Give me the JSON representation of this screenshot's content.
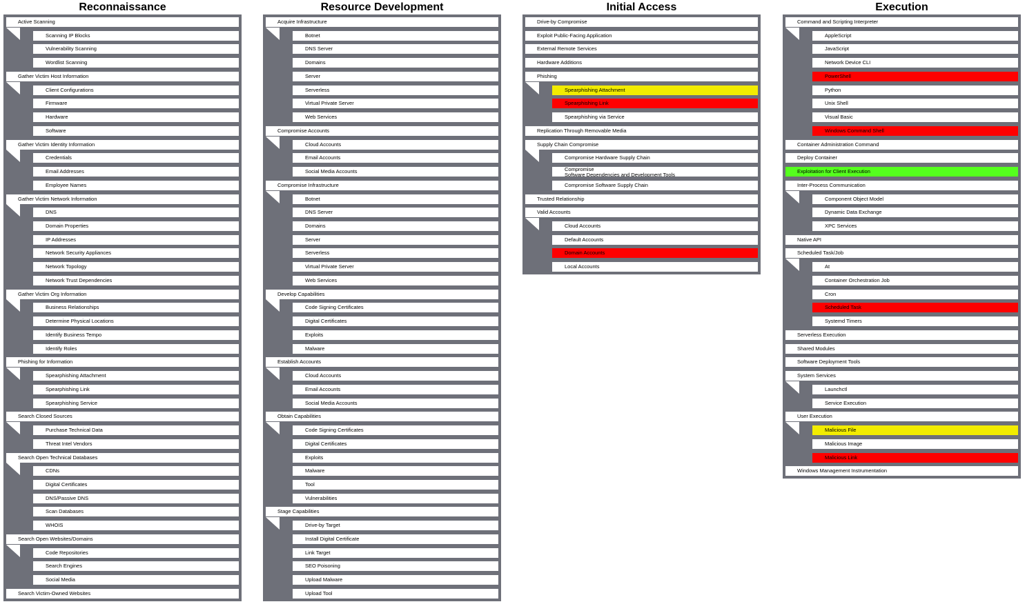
{
  "colors": {
    "panel": "#6e7079",
    "yellow": "#f2ec00",
    "red": "#ff0000",
    "green": "#55ff1e"
  },
  "columns": [
    {
      "title": "Reconnaissance",
      "techniques": [
        {
          "name": "Active Scanning",
          "subs": [
            {
              "name": "Scanning IP Blocks"
            },
            {
              "name": "Vulnerability Scanning"
            },
            {
              "name": "Wordlist Scanning"
            }
          ]
        },
        {
          "name": "Gather Victim Host Information",
          "subs": [
            {
              "name": "Client Configurations"
            },
            {
              "name": "Firmware"
            },
            {
              "name": "Hardware"
            },
            {
              "name": "Software"
            }
          ]
        },
        {
          "name": "Gather Victim Identity Information",
          "subs": [
            {
              "name": "Credentials"
            },
            {
              "name": "Email Addresses"
            },
            {
              "name": "Employee Names"
            }
          ]
        },
        {
          "name": "Gather Victim Network Information",
          "subs": [
            {
              "name": "DNS"
            },
            {
              "name": "Domain Properties"
            },
            {
              "name": "IP Addresses"
            },
            {
              "name": "Network Security Appliances"
            },
            {
              "name": "Network Topology"
            },
            {
              "name": "Network Trust Dependencies"
            }
          ]
        },
        {
          "name": "Gather Victim Org Information",
          "subs": [
            {
              "name": "Business Relationships"
            },
            {
              "name": "Determine Physical Locations"
            },
            {
              "name": "Identify Business Tempo"
            },
            {
              "name": "Identify Roles"
            }
          ]
        },
        {
          "name": "Phishing for Information",
          "subs": [
            {
              "name": "Spearphishing Attachment"
            },
            {
              "name": "Spearphishing Link"
            },
            {
              "name": "Spearphishing Service"
            }
          ]
        },
        {
          "name": "Search Closed Sources",
          "subs": [
            {
              "name": "Purchase Technical Data"
            },
            {
              "name": "Threat Intel Vendors"
            }
          ]
        },
        {
          "name": "Search Open Technical Databases",
          "subs": [
            {
              "name": "CDNs"
            },
            {
              "name": "Digital Certificates"
            },
            {
              "name": "DNS/Passive DNS"
            },
            {
              "name": "Scan Databases"
            },
            {
              "name": "WHOIS"
            }
          ]
        },
        {
          "name": "Search Open Websites/Domains",
          "subs": [
            {
              "name": "Code Repositories"
            },
            {
              "name": "Search Engines"
            },
            {
              "name": "Social Media"
            }
          ]
        },
        {
          "name": "Search Victim-Owned Websites",
          "subs": []
        }
      ]
    },
    {
      "title": "Resource Development",
      "techniques": [
        {
          "name": "Acquire Infrastructure",
          "subs": [
            {
              "name": "Botnet"
            },
            {
              "name": "DNS Server"
            },
            {
              "name": "Domains"
            },
            {
              "name": "Server"
            },
            {
              "name": "Serverless"
            },
            {
              "name": "Virtual Private Server"
            },
            {
              "name": "Web Services"
            }
          ]
        },
        {
          "name": "Compromise Accounts",
          "subs": [
            {
              "name": "Cloud Accounts"
            },
            {
              "name": "Email Accounts"
            },
            {
              "name": "Social Media Accounts"
            }
          ]
        },
        {
          "name": "Compromise Infrastructure",
          "subs": [
            {
              "name": "Botnet"
            },
            {
              "name": "DNS Server"
            },
            {
              "name": "Domains"
            },
            {
              "name": "Server"
            },
            {
              "name": "Serverless"
            },
            {
              "name": "Virtual Private Server"
            },
            {
              "name": "Web Services"
            }
          ]
        },
        {
          "name": "Develop Capabilities",
          "subs": [
            {
              "name": "Code Signing Certificates"
            },
            {
              "name": "Digital Certificates"
            },
            {
              "name": "Exploits"
            },
            {
              "name": "Malware"
            }
          ]
        },
        {
          "name": "Establish Accounts",
          "subs": [
            {
              "name": "Cloud Accounts"
            },
            {
              "name": "Email Accounts"
            },
            {
              "name": "Social Media Accounts"
            }
          ]
        },
        {
          "name": "Obtain Capabilities",
          "subs": [
            {
              "name": "Code Signing Certificates"
            },
            {
              "name": "Digital Certificates"
            },
            {
              "name": "Exploits"
            },
            {
              "name": "Malware"
            },
            {
              "name": "Tool"
            },
            {
              "name": "Vulnerabilities"
            }
          ]
        },
        {
          "name": "Stage Capabilities",
          "subs": [
            {
              "name": "Drive-by Target"
            },
            {
              "name": "Install Digital Certificate"
            },
            {
              "name": "Link Target"
            },
            {
              "name": "SEO Poisoning"
            },
            {
              "name": "Upload Malware"
            },
            {
              "name": "Upload Tool"
            }
          ]
        }
      ]
    },
    {
      "title": "Initial Access",
      "techniques": [
        {
          "name": "Drive-by Compromise",
          "subs": []
        },
        {
          "name": "Exploit Public-Facing Application",
          "subs": []
        },
        {
          "name": "External Remote Services",
          "subs": []
        },
        {
          "name": "Hardware Additions",
          "subs": []
        },
        {
          "name": "Phishing",
          "subs": [
            {
              "name": "Spearphishing Attachment",
              "color": "yellow"
            },
            {
              "name": "Spearphishing Link",
              "color": "red"
            },
            {
              "name": "Spearphishing via Service"
            }
          ]
        },
        {
          "name": "Replication Through Removable Media",
          "subs": []
        },
        {
          "name": "Supply Chain Compromise",
          "subs": [
            {
              "name": "Compromise Hardware Supply Chain"
            },
            {
              "name": "Compromise",
              "name2": "Software Dependencies and Development Tools"
            },
            {
              "name": "Compromise Software Supply Chain"
            }
          ]
        },
        {
          "name": "Trusted Relationship",
          "subs": []
        },
        {
          "name": "Valid Accounts",
          "subs": [
            {
              "name": "Cloud Accounts"
            },
            {
              "name": "Default Accounts"
            },
            {
              "name": "Domain Accounts",
              "color": "red"
            },
            {
              "name": "Local Accounts"
            }
          ]
        }
      ]
    },
    {
      "title": "Execution",
      "techniques": [
        {
          "name": "Command and Scripting Interpreter",
          "subs": [
            {
              "name": "AppleScript"
            },
            {
              "name": "JavaScript"
            },
            {
              "name": "Network Device CLI"
            },
            {
              "name": "PowerShell",
              "color": "red"
            },
            {
              "name": "Python"
            },
            {
              "name": "Unix Shell"
            },
            {
              "name": "Visual Basic"
            },
            {
              "name": "Windows Command Shell",
              "color": "red"
            }
          ]
        },
        {
          "name": "Container Administration Command",
          "subs": []
        },
        {
          "name": "Deploy Container",
          "subs": []
        },
        {
          "name": "Exploitation for Client Execution",
          "color": "green",
          "subs": []
        },
        {
          "name": "Inter-Process Communication",
          "subs": [
            {
              "name": "Component Object Model"
            },
            {
              "name": "Dynamic Data Exchange"
            },
            {
              "name": "XPC Services"
            }
          ]
        },
        {
          "name": "Native API",
          "subs": []
        },
        {
          "name": "Scheduled Task/Job",
          "subs": [
            {
              "name": "At"
            },
            {
              "name": "Container Orchestration Job"
            },
            {
              "name": "Cron"
            },
            {
              "name": "Scheduled Task",
              "color": "red"
            },
            {
              "name": "Systemd Timers"
            }
          ]
        },
        {
          "name": "Serverless Execution",
          "subs": []
        },
        {
          "name": "Shared Modules",
          "subs": []
        },
        {
          "name": "Software Deployment Tools",
          "subs": []
        },
        {
          "name": "System Services",
          "subs": [
            {
              "name": "Launchctl"
            },
            {
              "name": "Service Execution"
            }
          ]
        },
        {
          "name": "User Execution",
          "subs": [
            {
              "name": "Malicious File",
              "color": "yellow"
            },
            {
              "name": "Malicious Image"
            },
            {
              "name": "Malicious Link",
              "color": "red"
            }
          ]
        },
        {
          "name": "Windows Management Instrumentation",
          "subs": []
        }
      ]
    }
  ]
}
